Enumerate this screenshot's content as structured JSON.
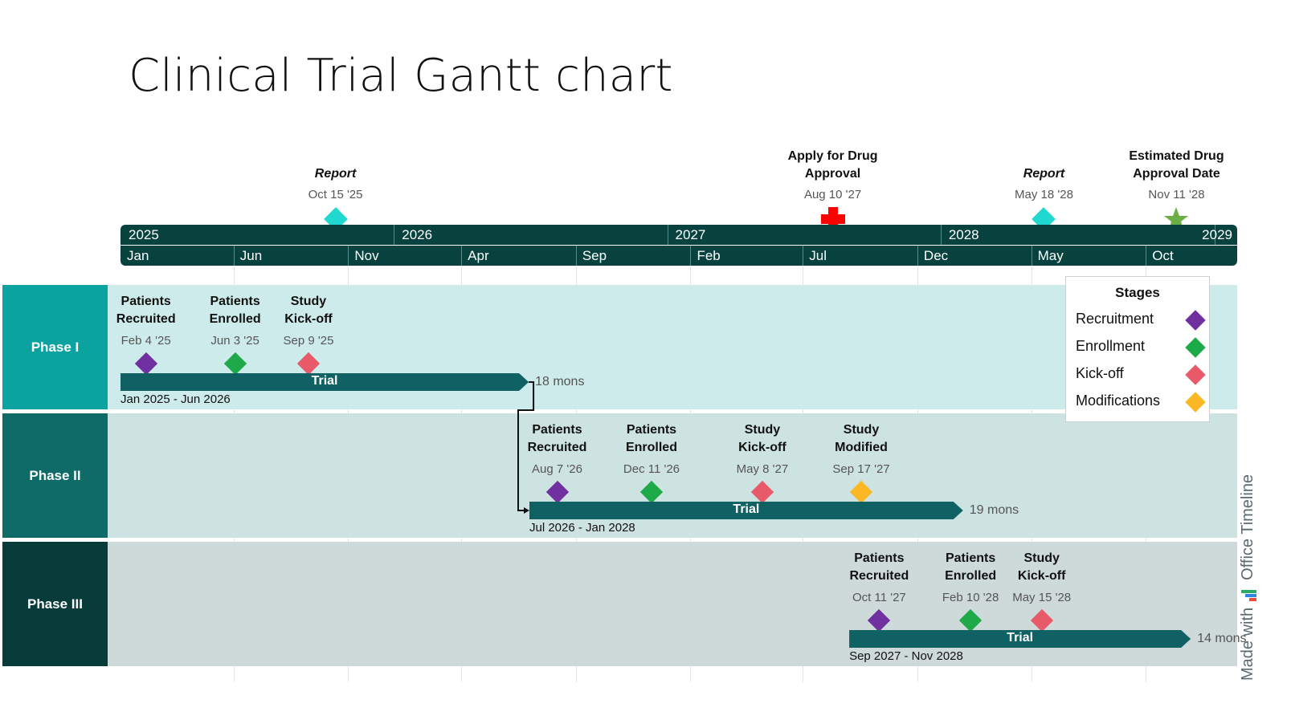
{
  "chart_data": {
    "type": "gantt",
    "title": "Clinical Trial Gantt chart",
    "x_range": [
      "2025-01-01",
      "2029-01-31"
    ],
    "colors": {
      "scale_bg": "#07423f",
      "recruitment": "#7030a0",
      "enrollment": "#1faa4a",
      "kickoff": "#e85a6a",
      "modifications": "#fbb824",
      "report_milestone": "#1fd8d0",
      "task_bar": "#0f6163"
    },
    "years": [
      {
        "label": "2025",
        "date": "2025-01-01"
      },
      {
        "label": "2026",
        "date": "2026-01-01"
      },
      {
        "label": "2027",
        "date": "2027-01-01"
      },
      {
        "label": "2028",
        "date": "2028-01-01"
      },
      {
        "label": "2029",
        "date": "2029-01-01"
      }
    ],
    "months": [
      {
        "label": "Jan",
        "date": "2025-01-01"
      },
      {
        "label": "Jun",
        "date": "2025-06-01"
      },
      {
        "label": "Nov",
        "date": "2025-11-01"
      },
      {
        "label": "Apr",
        "date": "2026-04-01"
      },
      {
        "label": "Sep",
        "date": "2026-09-01"
      },
      {
        "label": "Feb",
        "date": "2027-02-01"
      },
      {
        "label": "Jul",
        "date": "2027-07-01"
      },
      {
        "label": "Dec",
        "date": "2027-12-01"
      },
      {
        "label": "May",
        "date": "2028-05-01"
      },
      {
        "label": "Oct",
        "date": "2028-10-01"
      }
    ],
    "top_milestones": [
      {
        "title": "Report",
        "italic": true,
        "date_label": "Oct 15 '25",
        "date": "2025-10-15",
        "shape": "diamond",
        "color": "#1fd8d0"
      },
      {
        "title": "Apply for Drug\nApproval",
        "italic": false,
        "date_label": "Aug 10 '27",
        "date": "2027-08-10",
        "shape": "cross",
        "color": "#ff0000"
      },
      {
        "title": "Report",
        "italic": true,
        "date_label": "May 18 '28",
        "date": "2028-05-18",
        "shape": "diamond",
        "color": "#1fd8d0"
      },
      {
        "title": "Estimated Drug\nApproval Date",
        "italic": false,
        "date_label": "Nov 11 '28",
        "date": "2028-11-11",
        "shape": "star",
        "color": "#6aae45"
      }
    ],
    "phases": [
      {
        "name": "Phase I",
        "head_color": "#0aa3a0",
        "band_color": "#cdebea",
        "task": {
          "label": "Trial",
          "start": "2025-01-01",
          "end": "2026-06-30",
          "duration": "18 mons",
          "range_label": "Jan 2025 - Jun 2026"
        },
        "milestones": [
          {
            "title": "Patients\nRecruited",
            "date_label": "Feb 4 '25",
            "date": "2025-02-04",
            "stage": "recruitment"
          },
          {
            "title": "Patients\nEnrolled",
            "date_label": "Jun 3 '25",
            "date": "2025-06-03",
            "stage": "enrollment"
          },
          {
            "title": "Study\nKick-off",
            "date_label": "Sep 9 '25",
            "date": "2025-09-09",
            "stage": "kickoff"
          }
        ]
      },
      {
        "name": "Phase II",
        "head_color": "#0f6b68",
        "band_color": "#cde3e1",
        "task": {
          "label": "Trial",
          "start": "2026-07-01",
          "end": "2028-01-31",
          "duration": "19 mons",
          "range_label": "Jul 2026 - Jan 2028"
        },
        "milestones": [
          {
            "title": "Patients\nRecruited",
            "date_label": "Aug 7 '26",
            "date": "2026-08-07",
            "stage": "recruitment"
          },
          {
            "title": "Patients\nEnrolled",
            "date_label": "Dec 11 '26",
            "date": "2026-12-11",
            "stage": "enrollment"
          },
          {
            "title": "Study\nKick-off",
            "date_label": "May 8 '27",
            "date": "2027-05-08",
            "stage": "kickoff"
          },
          {
            "title": "Study\nModified",
            "date_label": "Sep 17 '27",
            "date": "2027-09-17",
            "stage": "modifications"
          }
        ]
      },
      {
        "name": "Phase III",
        "head_color": "#083c3a",
        "band_color": "#cddad9",
        "task": {
          "label": "Trial",
          "start": "2027-09-01",
          "end": "2028-11-30",
          "duration": "14 mons",
          "range_label": "Sep 2027 - Nov 2028"
        },
        "milestones": [
          {
            "title": "Patients\nRecruited",
            "date_label": "Oct 11 '27",
            "date": "2027-10-11",
            "stage": "recruitment"
          },
          {
            "title": "Patients\nEnrolled",
            "date_label": "Feb 10 '28",
            "date": "2028-02-10",
            "stage": "enrollment"
          },
          {
            "title": "Study\nKick-off",
            "date_label": "May 15 '28",
            "date": "2028-05-15",
            "stage": "kickoff"
          }
        ]
      }
    ],
    "legend": {
      "title": "Stages",
      "placement": "top-right",
      "items": [
        {
          "label": "Recruitment",
          "stage": "recruitment"
        },
        {
          "label": "Enrollment",
          "stage": "enrollment"
        },
        {
          "label": "Kick-off",
          "stage": "kickoff"
        },
        {
          "label": "Modifications",
          "stage": "modifications"
        }
      ]
    }
  },
  "watermark": {
    "text": "Made with",
    "brand": "Office Timeline"
  }
}
